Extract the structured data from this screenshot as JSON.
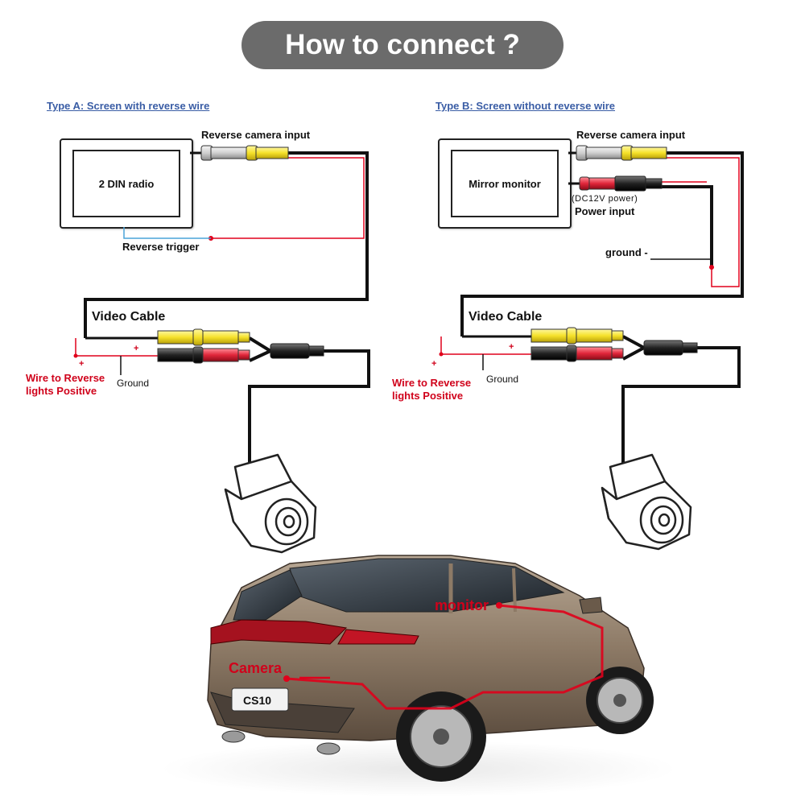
{
  "header": {
    "title": "How to connect ?"
  },
  "type_a": {
    "heading": "Type A: Screen with reverse wire",
    "device": "2 DIN radio",
    "camera_input": "Reverse camera input",
    "reverse_trigger": "Reverse trigger",
    "video_cable": "Video Cable",
    "reverse_lights": "Wire to Reverse lights Positive",
    "plus": "+",
    "ground": "Ground"
  },
  "type_b": {
    "heading": "Type B: Screen without reverse wire",
    "device": "Mirror monitor",
    "camera_input": "Reverse camera input",
    "dc_power": "(DC12V power)",
    "power_input": "Power input",
    "ground_minus": "ground -",
    "video_cable": "Video Cable",
    "reverse_lights": "Wire to Reverse lights Positive",
    "plus": "+",
    "ground": "Ground"
  },
  "car": {
    "monitor_label": "monitor",
    "camera_label": "Camera",
    "badge": "CS10"
  },
  "colors": {
    "pill": "#6b6b6b",
    "heading": "#3a5da5",
    "wire_red": "#e0001b",
    "wire_black": "#111111",
    "wire_blue": "#4aa3d8",
    "plug_yellow": "#f5e12a",
    "plug_red": "#e0263a",
    "car_body": "#8d7a66"
  }
}
